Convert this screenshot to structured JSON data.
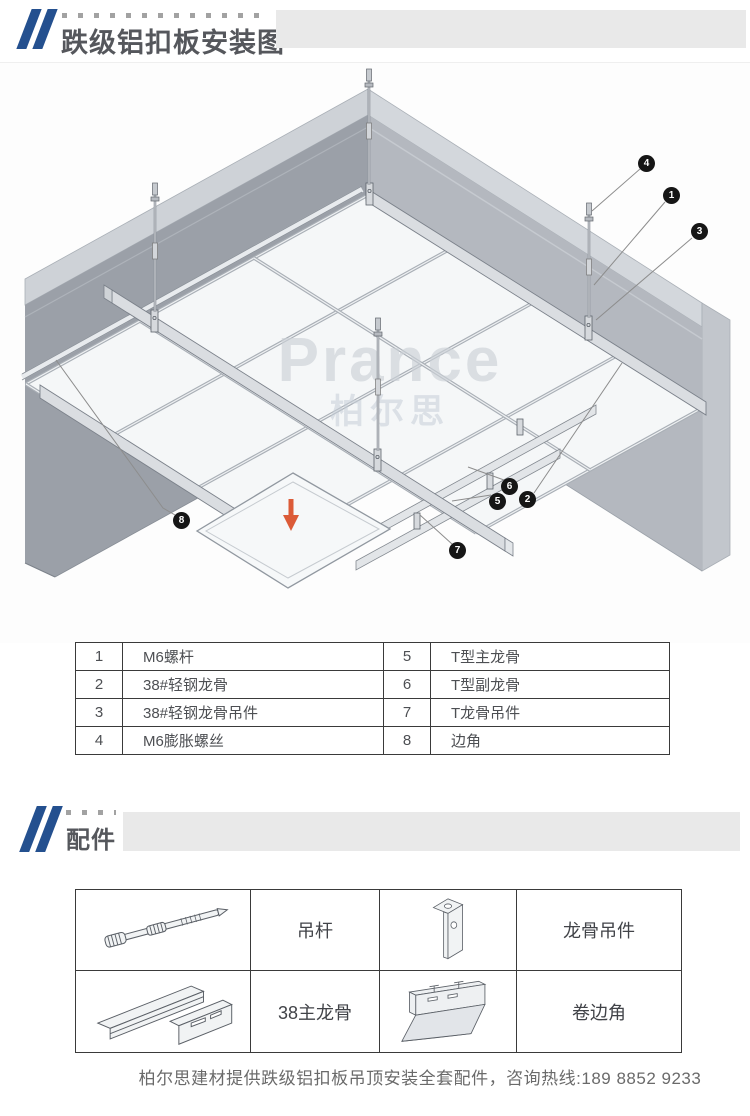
{
  "colors": {
    "accent_blue": "#24508f",
    "callout_bg": "#161616",
    "arrow_red": "#dc5b38",
    "table_border": "#3a3a3a",
    "wall_gray": "#9ba0a8",
    "panel_white": "#f5f7f8"
  },
  "section_install": {
    "title": "跌级铝扣板安装图"
  },
  "diagram": {
    "watermark_brand": "Prance",
    "watermark_brand_cn": "柏尔思",
    "callouts": [
      "1",
      "2",
      "3",
      "4",
      "5",
      "6",
      "7",
      "8"
    ]
  },
  "parts_table": {
    "rows": [
      {
        "num_left": "1",
        "label_left": "M6螺杆",
        "num_right": "5",
        "label_right": "T型主龙骨"
      },
      {
        "num_left": "2",
        "label_left": "38#轻钢龙骨",
        "num_right": "6",
        "label_right": "T型副龙骨"
      },
      {
        "num_left": "3",
        "label_left": "38#轻钢龙骨吊件",
        "num_right": "7",
        "label_right": "T龙骨吊件"
      },
      {
        "num_left": "4",
        "label_left": "M6膨胀螺丝",
        "num_right": "8",
        "label_right": "边角"
      }
    ]
  },
  "section_accessories": {
    "title": "配件"
  },
  "accessories_table": {
    "items": [
      {
        "label": "吊杆"
      },
      {
        "label": "龙骨吊件"
      },
      {
        "label": "38主龙骨"
      },
      {
        "label": "卷边角"
      }
    ]
  },
  "footer": {
    "text": "柏尔思建材提供跌级铝扣板吊顶安装全套配件，咨询热线:189 8852 9233"
  }
}
